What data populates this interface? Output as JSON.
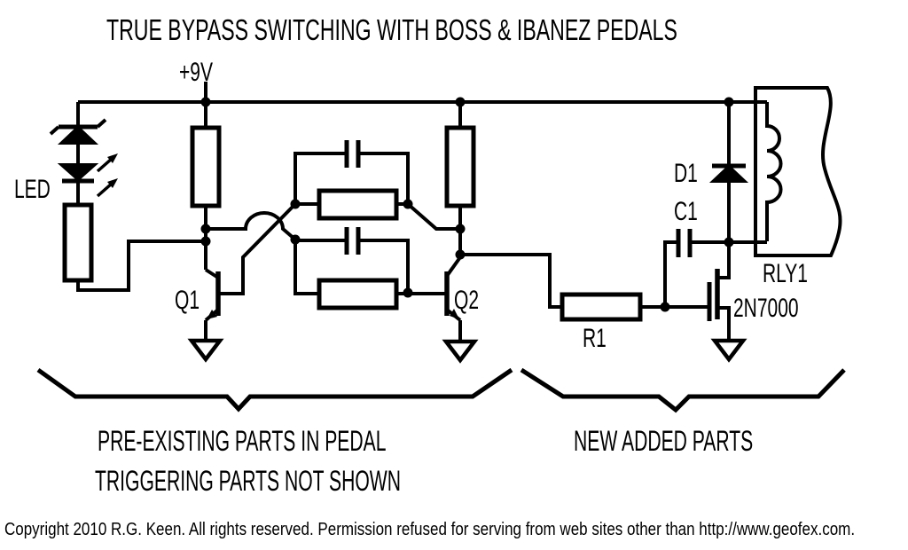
{
  "title": "TRUE BYPASS SWITCHING WITH BOSS & IBANEZ PEDALS",
  "schematic": {
    "power_label": "+9V",
    "led_label": "LED",
    "q1_label": "Q1",
    "q2_label": "Q2",
    "r1_label": "R1",
    "d1_label": "D1",
    "c1_label": "C1",
    "mosfet_label": "2N7000",
    "relay_label": "RLY1"
  },
  "annotations": {
    "left_group_line1": "PRE-EXISTING PARTS IN PEDAL",
    "left_group_line2": "TRIGGERING PARTS NOT SHOWN",
    "right_group": "NEW ADDED PARTS"
  },
  "footer": {
    "copyright": "Copyright 2010 R.G. Keen. All rights reserved. Permission refused for serving from web sites other than http://www.geofex.com."
  },
  "colors": {
    "ink": "#000000",
    "background": "#ffffff"
  }
}
